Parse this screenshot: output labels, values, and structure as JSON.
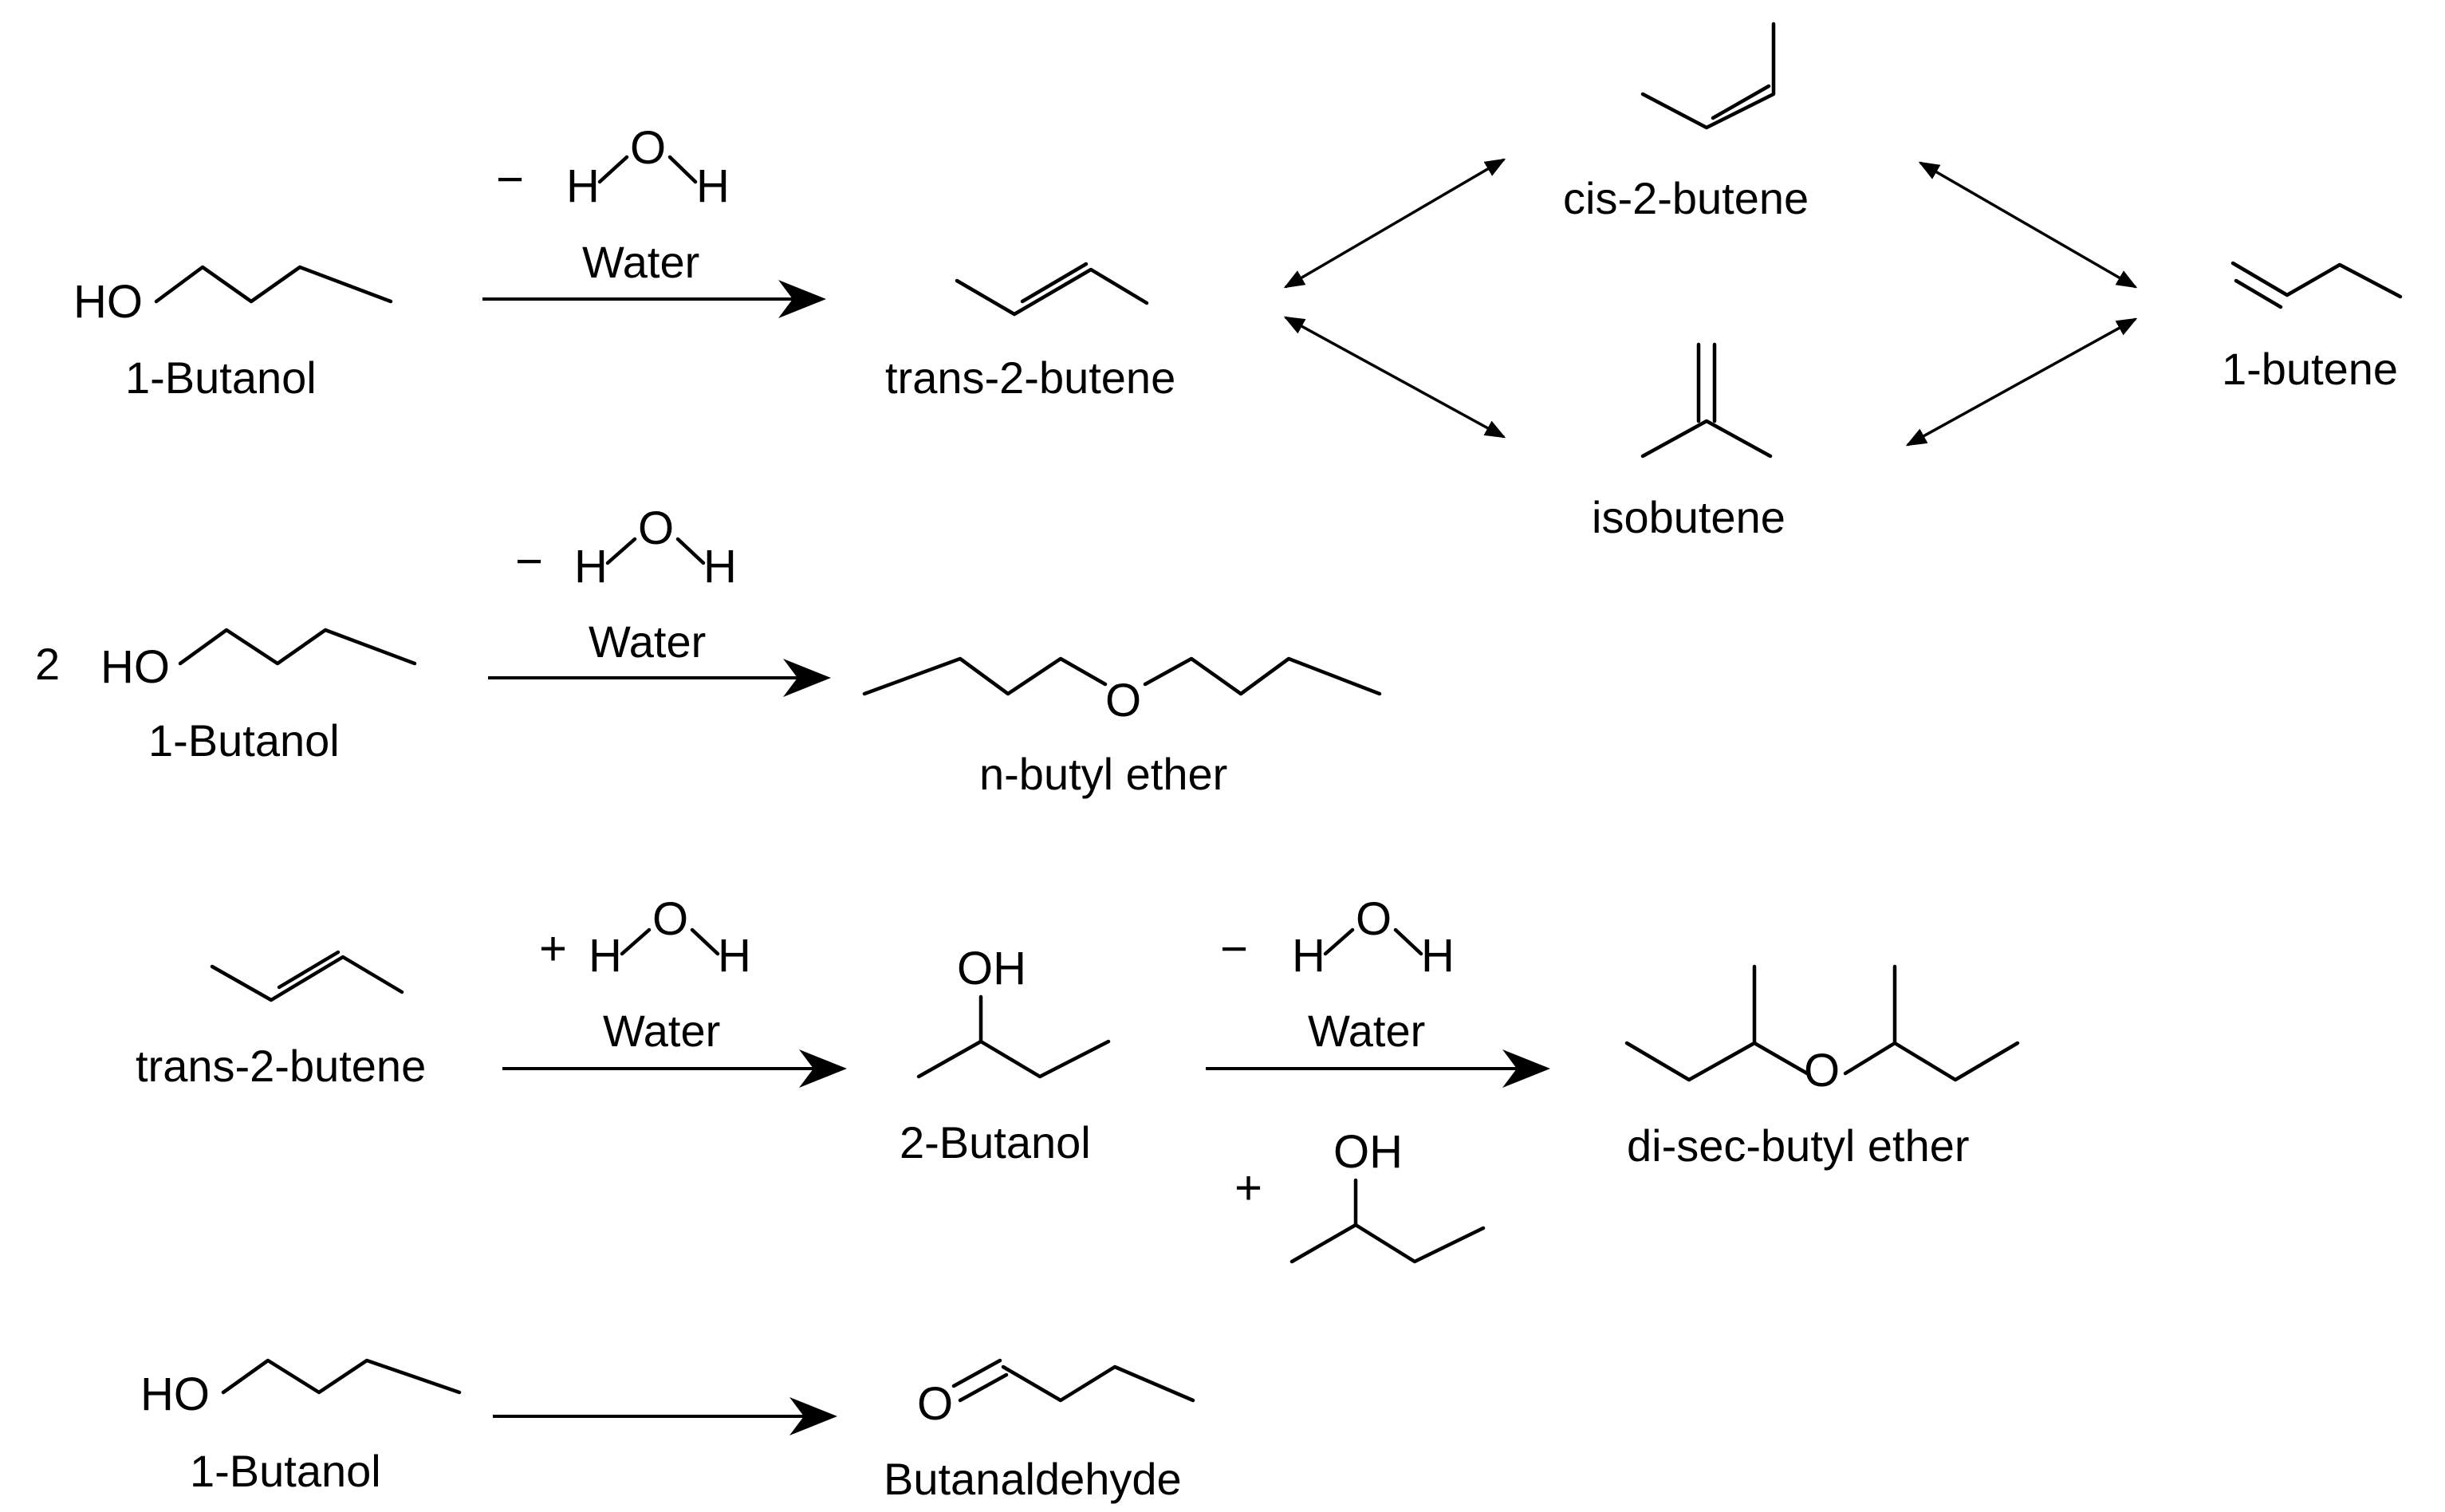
{
  "reaction_1": {
    "reactant": "1-Butanol",
    "reactant_atom": "HO",
    "loss_sign": "−",
    "water_atoms": {
      "h1": "H",
      "o": "O",
      "h2": "H"
    },
    "condition": "Water",
    "product": "trans-2-butene"
  },
  "isomers": {
    "cis": "cis-2-butene",
    "iso": "isobutene",
    "one_butene": "1-butene"
  },
  "reaction_2": {
    "coefficient": "2",
    "reactant_atom": "HO",
    "reactant": "1-Butanol",
    "loss_sign": "−",
    "water_atoms": {
      "h1": "H",
      "o": "O",
      "h2": "H"
    },
    "condition": "Water",
    "product_atom": "O",
    "product": "n-butyl ether"
  },
  "reaction_3": {
    "reactant": "trans-2-butene",
    "add_sign": "+",
    "water_atoms": {
      "h1": "H",
      "o": "O",
      "h2": "H"
    },
    "condition": "Water",
    "intermediate_atom": "OH",
    "intermediate": "2-Butanol",
    "loss_sign": "−",
    "water_atoms_2": {
      "h1": "H",
      "o": "O",
      "h2": "H"
    },
    "condition_2": "Water",
    "plus": "+",
    "co_reactant_atom": "OH",
    "product_atom": "O",
    "product": "di-sec-butyl ether"
  },
  "reaction_4": {
    "reactant_atom": "HO",
    "reactant": "1-Butanol",
    "product_atom": "O",
    "product": "Butanaldehyde"
  }
}
